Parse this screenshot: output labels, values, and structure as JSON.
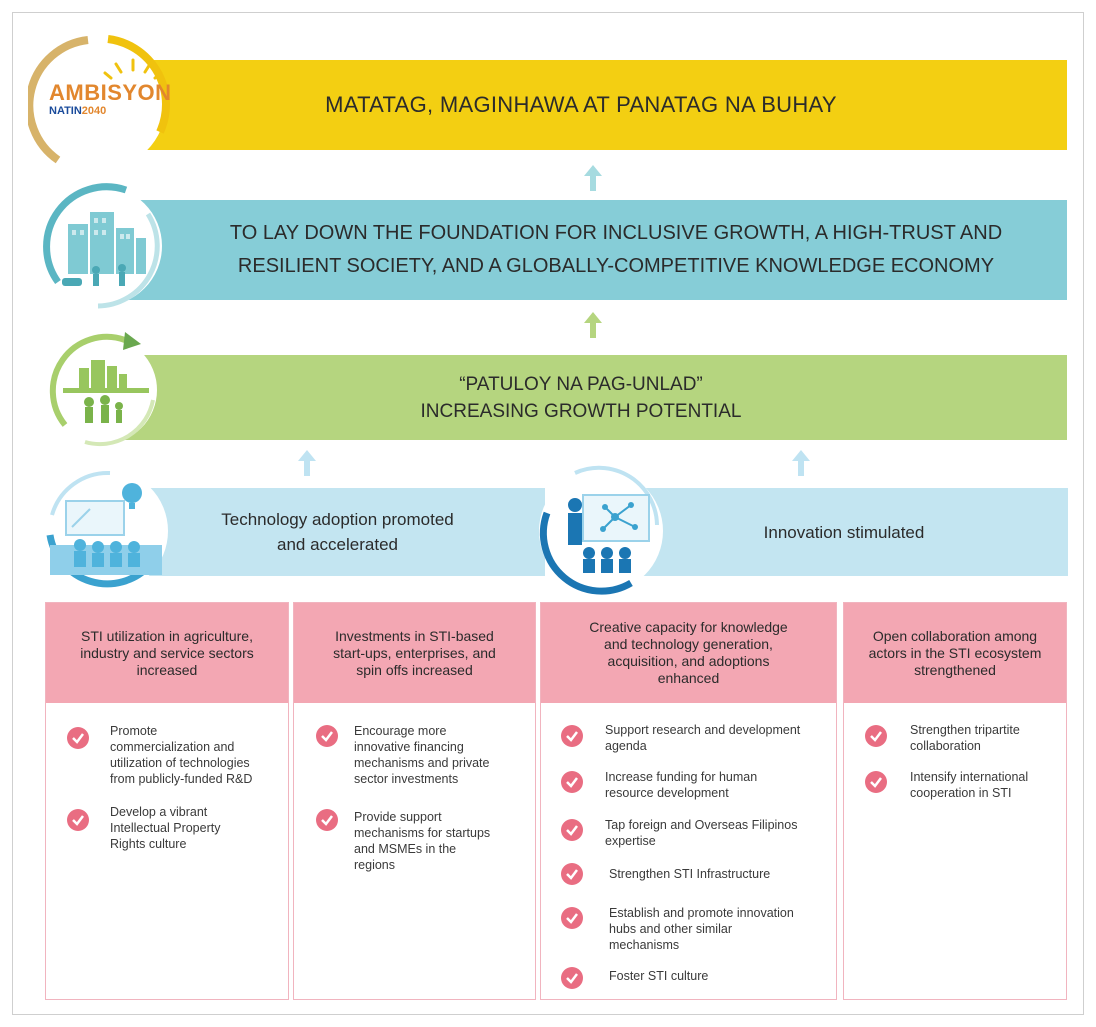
{
  "logo": {
    "line1": "AMBISYON",
    "line2": "NATIN",
    "line3": "2040"
  },
  "bands": {
    "vision": "MATATAG, MAGINHAWA AT PANATAG NA BUHAY",
    "foundation": [
      "TO LAY DOWN THE FOUNDATION FOR INCLUSIVE GROWTH, A HIGH-TRUST AND",
      "RESILIENT SOCIETY, AND A GLOBALLY-COMPETITIVE KNOWLEDGE ECONOMY"
    ],
    "growth": [
      "“PATULOY NA PAG-UNLAD”",
      "INCREASING GROWTH POTENTIAL"
    ],
    "left_outcome": [
      "Technology adoption promoted",
      "and accelerated"
    ],
    "right_outcome": "Innovation stimulated"
  },
  "columns": [
    {
      "header": [
        "STI utilization in agriculture,",
        "industry and service sectors",
        "increased"
      ],
      "items": [
        [
          "Promote",
          "commercialization and",
          "utilization of technologies",
          "from publicly-funded R&D"
        ],
        [
          "Develop a vibrant",
          "Intellectual Property",
          "Rights culture"
        ]
      ]
    },
    {
      "header": [
        "Investments in STI-based",
        "start-ups, enterprises, and",
        "spin offs increased"
      ],
      "items": [
        [
          "Encourage more",
          "innovative financing",
          "mechanisms and private",
          "sector investments"
        ],
        [
          "Provide support",
          "mechanisms for startups",
          "and MSMEs in the",
          "regions"
        ]
      ]
    },
    {
      "header": [
        "Creative capacity for knowledge",
        "and technology generation,",
        "acquisition, and adoptions",
        "enhanced"
      ],
      "items": [
        [
          "Support research and development",
          "agenda"
        ],
        [
          "Increase funding for human",
          "resource development"
        ],
        [
          "Tap foreign and Overseas Filipinos",
          "expertise"
        ],
        [
          "Strengthen STI Infrastructure"
        ],
        [
          "Establish and promote innovation",
          "hubs and other similar",
          "mechanisms"
        ],
        [
          "Foster STI culture"
        ]
      ]
    },
    {
      "header": [
        "Open collaboration among",
        "actors in the STI ecosystem",
        "strengthened"
      ],
      "items": [
        [
          "Strengthen tripartite",
          "collaboration"
        ],
        [
          "Intensify international",
          "cooperation in STI"
        ]
      ]
    }
  ]
}
